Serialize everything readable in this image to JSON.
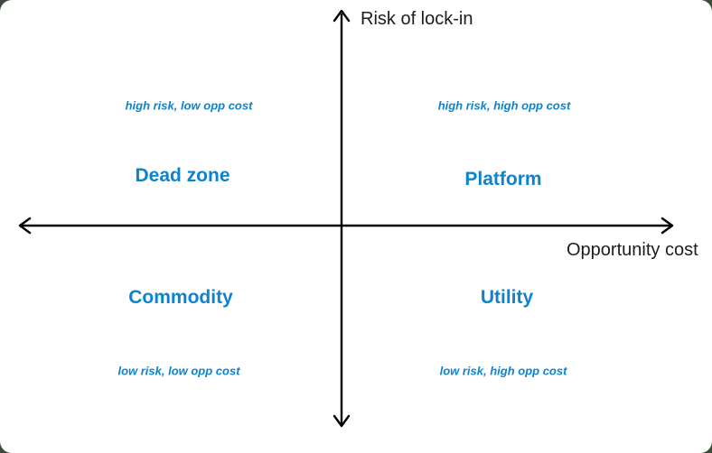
{
  "colors": {
    "accent_blue": "#0e83cc",
    "axis_black": "#000000",
    "canvas_white": "#ffffff",
    "backdrop_dark": "#3d4a3c"
  },
  "axes": {
    "y_label": "Risk of lock-in",
    "x_label": "Opportunity cost"
  },
  "quadrants": [
    {
      "position": "top-left",
      "note": "high risk, low opp cost",
      "label": "Dead zone"
    },
    {
      "position": "top-right",
      "note": "high risk, high opp cost",
      "label": "Platform"
    },
    {
      "position": "bottom-left",
      "note": "low risk, low opp cost",
      "label": "Commodity"
    },
    {
      "position": "bottom-right",
      "note": "low risk, high opp cost",
      "label": "Utility"
    }
  ]
}
